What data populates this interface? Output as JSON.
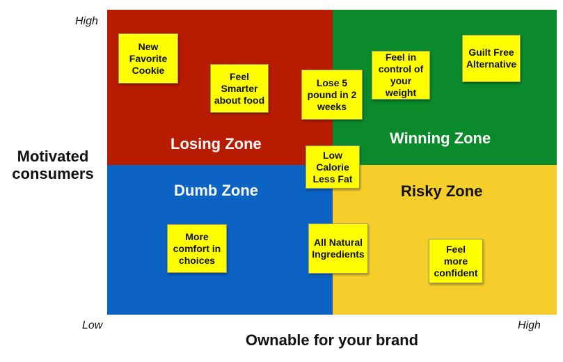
{
  "colors": {
    "losing": "#b71c00",
    "winning": "#0a8a2a",
    "dumb": "#0d63c4",
    "risky": "#f5ce2b",
    "note": "#ffff00"
  },
  "zones": {
    "losing": "Losing Zone",
    "winning": "Winning Zone",
    "dumb": "Dumb Zone",
    "risky": "Risky Zone"
  },
  "axes": {
    "y_title": "Motivated\nconsumers",
    "y_high": "High",
    "x_title": "Ownable for your brand",
    "x_low": "Low",
    "x_high": "High"
  },
  "notes": [
    {
      "id": "new-favorite-cookie",
      "text": "New\nFavorite\nCookie"
    },
    {
      "id": "feel-smarter",
      "text": "Feel\nSmarter\nabout food"
    },
    {
      "id": "lose-5-pounds",
      "text": "Lose 5\npound in 2\nweeks"
    },
    {
      "id": "feel-in-control",
      "text": "Feel in\ncontrol of\nyour\nweight"
    },
    {
      "id": "guilt-free",
      "text": "Guilt Free\nAlternative"
    },
    {
      "id": "low-calorie",
      "text": "Low\nCalorie\nLess Fat"
    },
    {
      "id": "more-comfort",
      "text": "More\ncomfort in\nchoices"
    },
    {
      "id": "all-natural",
      "text": "All Natural\nIngredients"
    },
    {
      "id": "feel-confident",
      "text": "Feel\nmore\nconfident"
    }
  ]
}
